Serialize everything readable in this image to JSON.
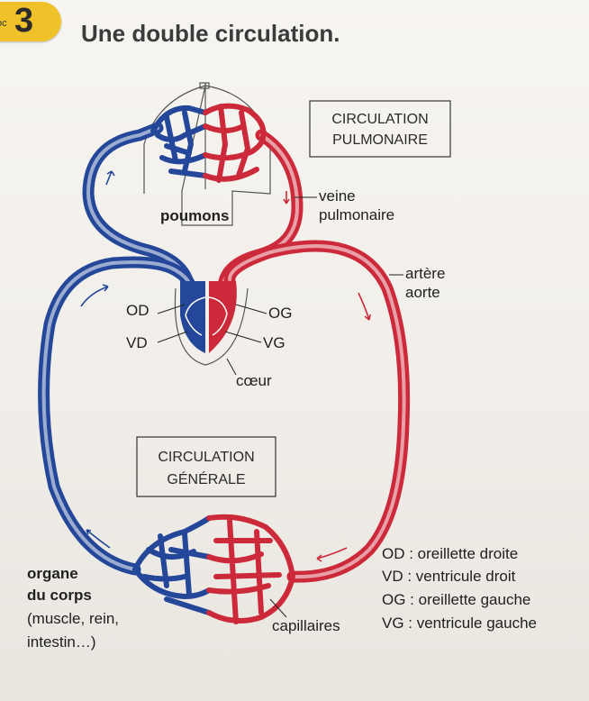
{
  "header": {
    "doc_prefix": "oc",
    "doc_number": "3",
    "title": "Une double circulation."
  },
  "boxes": {
    "pulmonary": [
      "CIRCULATION",
      "PULMONAIRE"
    ],
    "general": [
      "CIRCULATION",
      "GÉNÉRALE"
    ]
  },
  "labels": {
    "poumons": "poumons",
    "veine": [
      "veine",
      "pulmonaire"
    ],
    "artere": [
      "artère",
      "aorte"
    ],
    "od": "OD",
    "vd": "VD",
    "og": "OG",
    "vg": "VG",
    "coeur": "cœur",
    "capillaires": "capillaires",
    "organe": [
      "organe",
      "du corps"
    ],
    "organe_detail": [
      "(muscle, rein,",
      "intestin…)"
    ]
  },
  "legend": [
    "OD : oreillette droite",
    "VD : ventricule droit",
    "OG : oreillette gauche",
    "VG : ventricule gauche"
  ],
  "colors": {
    "blood_red": "#cc2a3a",
    "blood_blue": "#24479a",
    "badge": "#f0c22a"
  }
}
